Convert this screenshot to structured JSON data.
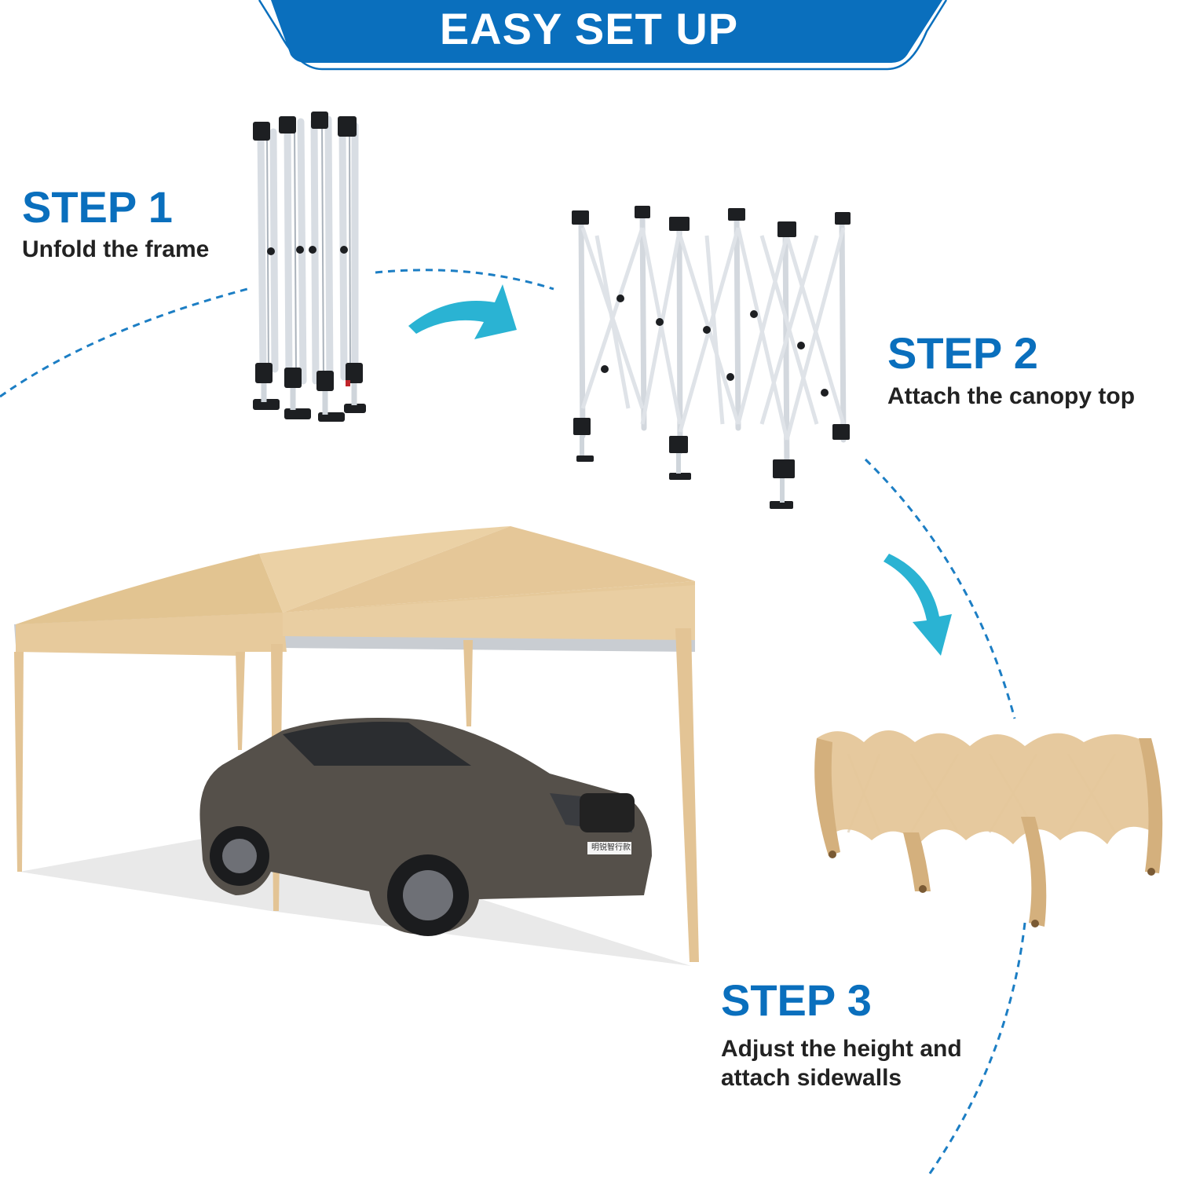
{
  "banner": {
    "title": "EASY SET UP"
  },
  "colors": {
    "brand": "#0a6fbd",
    "arrow": "#2ab3d3",
    "canopy": "#e5c699"
  },
  "steps": [
    {
      "title": "STEP 1",
      "text": "Unfold the frame"
    },
    {
      "title": "STEP 2",
      "text": "Attach the canopy top"
    },
    {
      "title": "STEP 3",
      "text_line1": "Adjust the height and",
      "text_line2": "attach sidewalls"
    }
  ],
  "car": {
    "plate": "明锐智行款"
  },
  "icons": [
    "curved-arrow-icon",
    "curved-arrow-down-icon"
  ]
}
